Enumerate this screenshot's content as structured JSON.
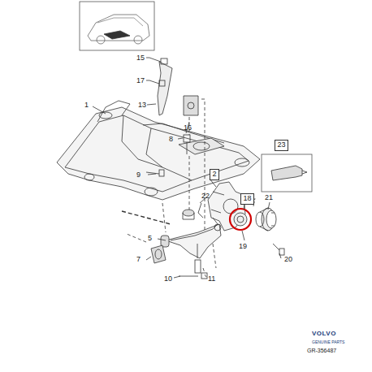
{
  "diagram": {
    "nodes": [
      {
        "text": [
          "2"
        ]
      },
      {
        "text": [
          "18"
        ]
      },
      {
        "text": [
          "23"
        ]
      }
    ],
    "labels": [
      "15",
      "17",
      "13",
      "1",
      "16",
      "8",
      "9",
      "22",
      "21",
      "5",
      "19",
      "20",
      "7",
      "10",
      "11",
      "VOLVO",
      "GENUINE PARTS",
      "GR-356487"
    ]
  }
}
